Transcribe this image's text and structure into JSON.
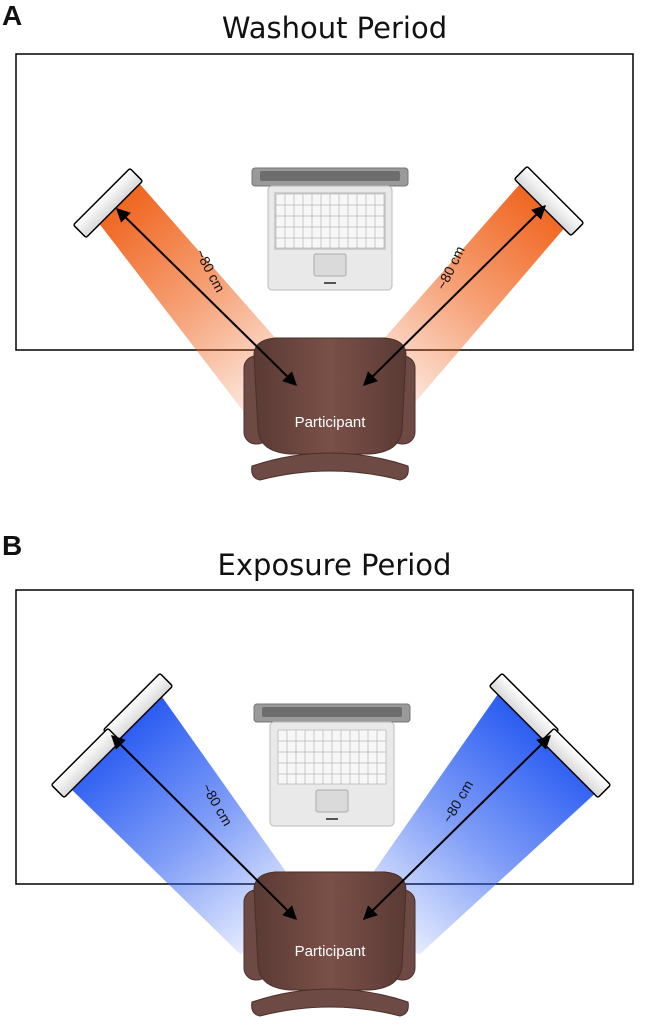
{
  "panels": [
    {
      "letter": "A",
      "title": "Washout Period",
      "light_color": "#f0641e",
      "distance_label_left": "~80 cm",
      "distance_label_right": "~80 cm",
      "participant_label": "Participant"
    },
    {
      "letter": "B",
      "title": "Exposure Period",
      "light_color": "#2a5cf2",
      "distance_label_left": "~80 cm",
      "distance_label_right": "~80 cm",
      "participant_label": "Participant"
    }
  ]
}
